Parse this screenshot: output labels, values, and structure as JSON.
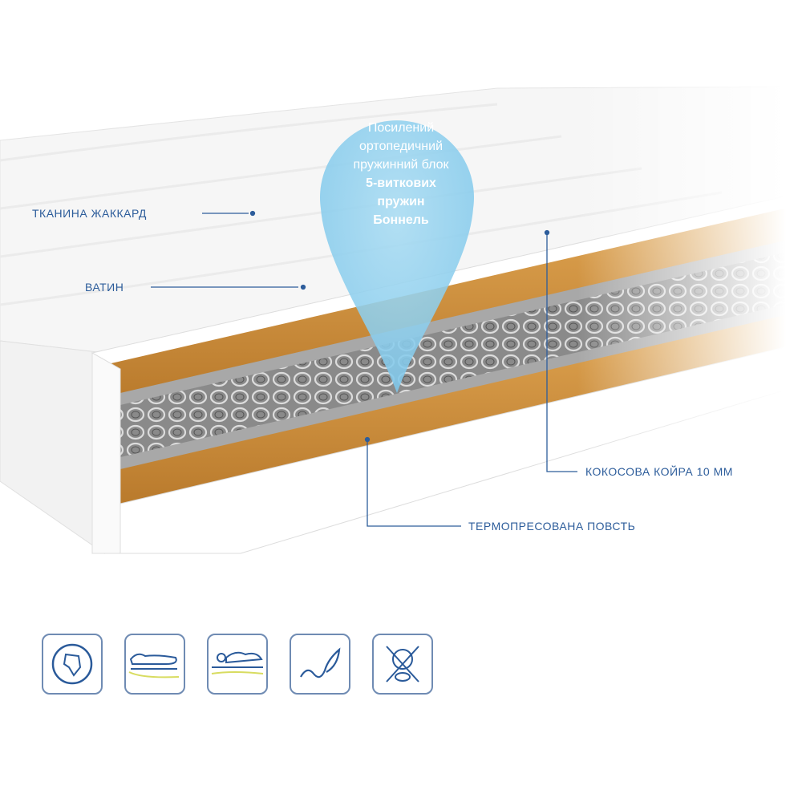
{
  "labels": {
    "fabric": "ТКАНИНА ЖАККАРД",
    "batting": "ВАТИН",
    "coconut": "КОКОСОВА КОЙРА 10 ММ",
    "felt": "ТЕРМОПРЕСОВАНА ПОВСТЬ"
  },
  "bubble": {
    "line1": "Посилений",
    "line2": "ортопедичний",
    "line3": "пружинний блок",
    "line4": "5-виткових",
    "line5": "пружин",
    "line6": "Боннель"
  },
  "icons": [
    "anatomical-globe-icon",
    "medium-firmness-icon",
    "support-level-icon",
    "eco-leaf-icon",
    "hypoallergenic-icon"
  ],
  "colors": {
    "accent": "#2d5d9b",
    "coconut": "#c98a3a",
    "bubble": "#8fd0ee",
    "felt": "#9a9a9a"
  }
}
